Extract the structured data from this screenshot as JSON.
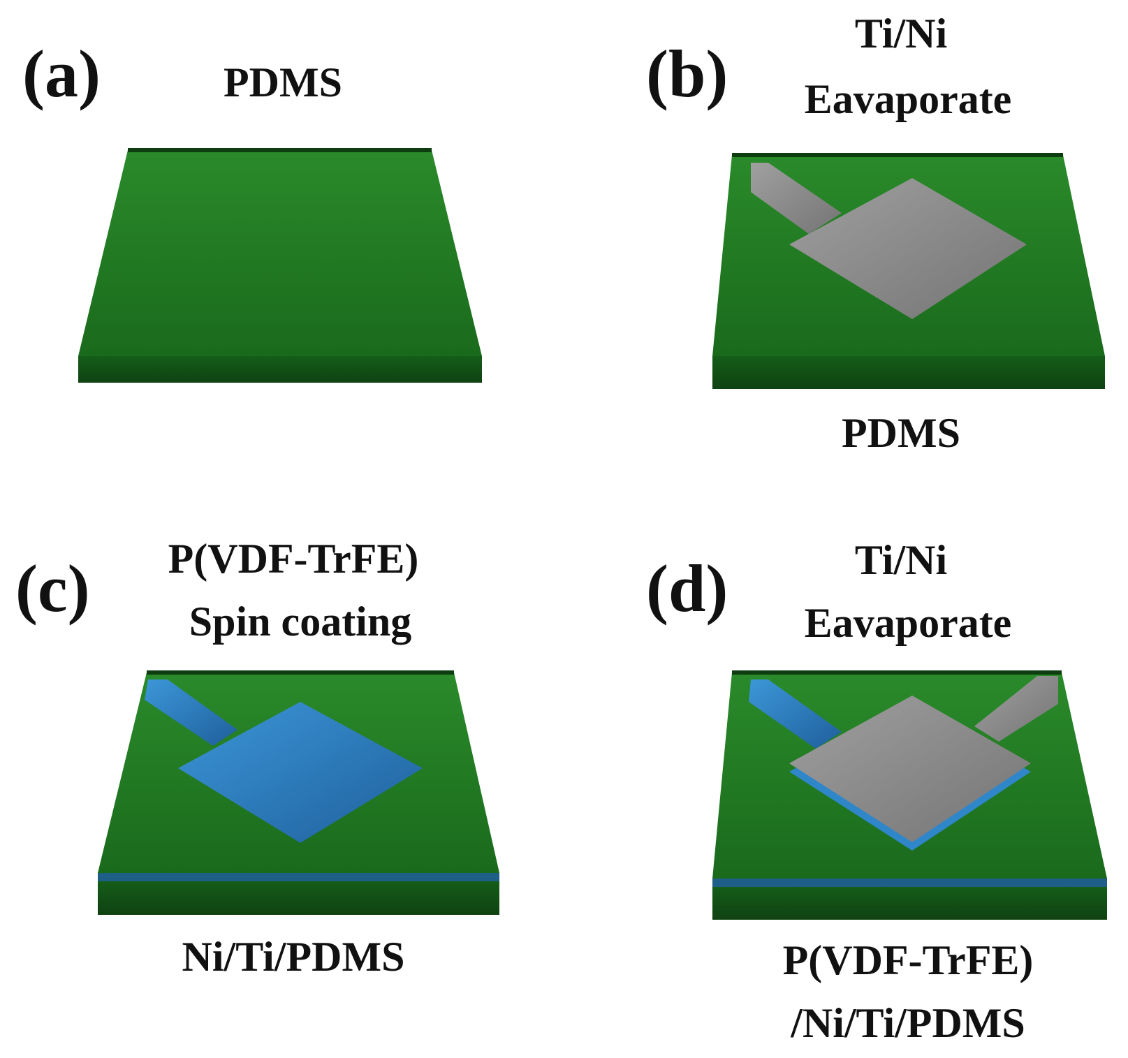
{
  "colors": {
    "substrate_top": "#1f7a1f",
    "substrate_side": "#114a14",
    "metal": "#8a8a8a",
    "pvdf": "#2f86c9"
  },
  "panels": [
    {
      "letter": "(a)",
      "top_caption": [
        "PDMS"
      ],
      "bottom_caption": []
    },
    {
      "letter": "(b)",
      "top_caption": [
        "Ti/Ni",
        "Eavaporate"
      ],
      "bottom_caption": [
        "PDMS"
      ]
    },
    {
      "letter": "(c)",
      "top_caption": [
        "P(VDF-TrFE)",
        "Spin coating"
      ],
      "bottom_caption": [
        "Ni/Ti/PDMS"
      ]
    },
    {
      "letter": "(d)",
      "top_caption": [
        "Ti/Ni",
        "Eavaporate"
      ],
      "bottom_caption": [
        "P(VDF-TrFE)",
        "/Ni/Ti/PDMS"
      ]
    }
  ]
}
